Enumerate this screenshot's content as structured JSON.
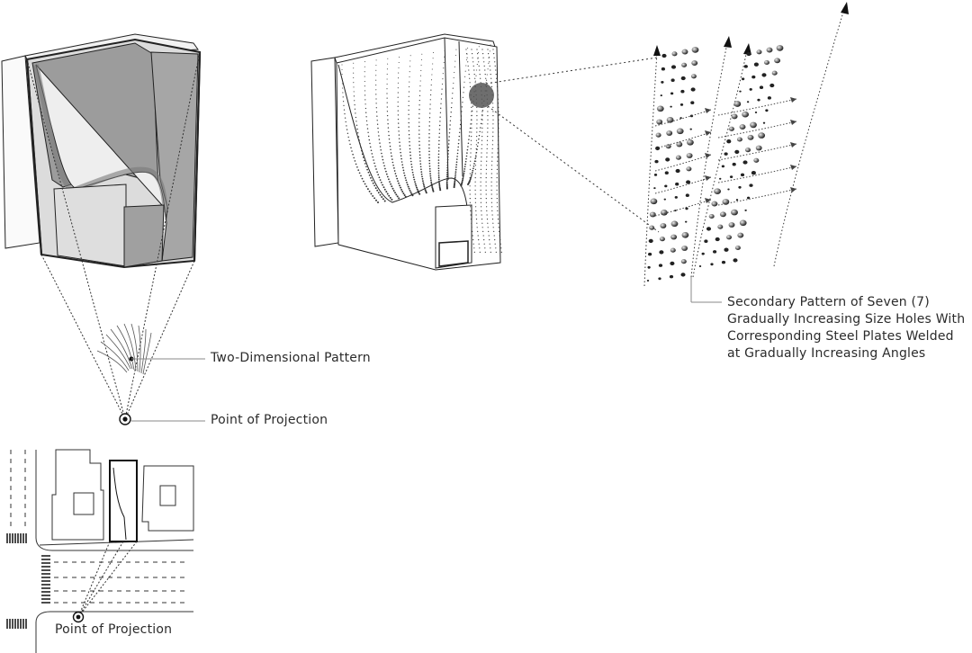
{
  "labels": {
    "two_dimensional_pattern": "Two-Dimensional Pattern",
    "point_of_projection_top": "Point of Projection",
    "point_of_projection_plan": "Point of Projection",
    "secondary_pattern_lines": [
      "Secondary Pattern of Seven (7)",
      "Gradually Increasing Size Holes With",
      "Corresponding Steel Plates Welded",
      "at Gradually Increasing Angles"
    ]
  },
  "colors": {
    "line": "#222222",
    "shade_dark": "#8c8c8c",
    "shade_mid": "#a9a9a9",
    "shade_light": "#d9d9d9",
    "shade_lighter": "#eeeeee"
  }
}
